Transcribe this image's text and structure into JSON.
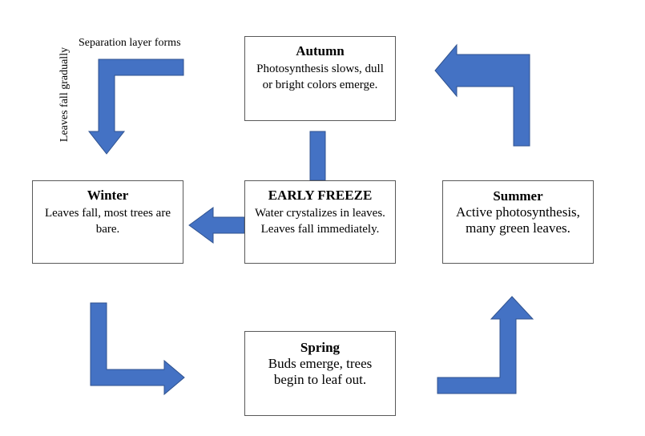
{
  "colors": {
    "arrow_fill": "#4472C4",
    "arrow_stroke": "#2F528F",
    "box_border": "#595959"
  },
  "annotations": {
    "separation_layer": "Separation layer forms",
    "leaves_fall_gradually": "Leaves fall gradually"
  },
  "nodes": {
    "autumn": {
      "title": "Autumn",
      "text": "Photosynthesis slows, dull or bright colors emerge."
    },
    "winter": {
      "title": "Winter",
      "text": "Leaves fall, most trees are bare."
    },
    "early_freeze": {
      "title": "EARLY FREEZE",
      "text": "Water crystalizes in leaves. Leaves fall immediately."
    },
    "summer": {
      "title": "Summer",
      "text": "Active photosynthesis, many green leaves."
    },
    "spring": {
      "title": "Spring",
      "text": "Buds emerge, trees begin to leaf out."
    }
  },
  "edges": [
    {
      "from": "autumn",
      "to": "winter",
      "label": "Separation layer forms"
    },
    {
      "from": "autumn",
      "to": "early_freeze"
    },
    {
      "from": "early_freeze",
      "to": "winter"
    },
    {
      "from": "winter",
      "to": "spring"
    },
    {
      "from": "spring",
      "to": "summer"
    },
    {
      "from": "summer",
      "to": "autumn"
    }
  ]
}
